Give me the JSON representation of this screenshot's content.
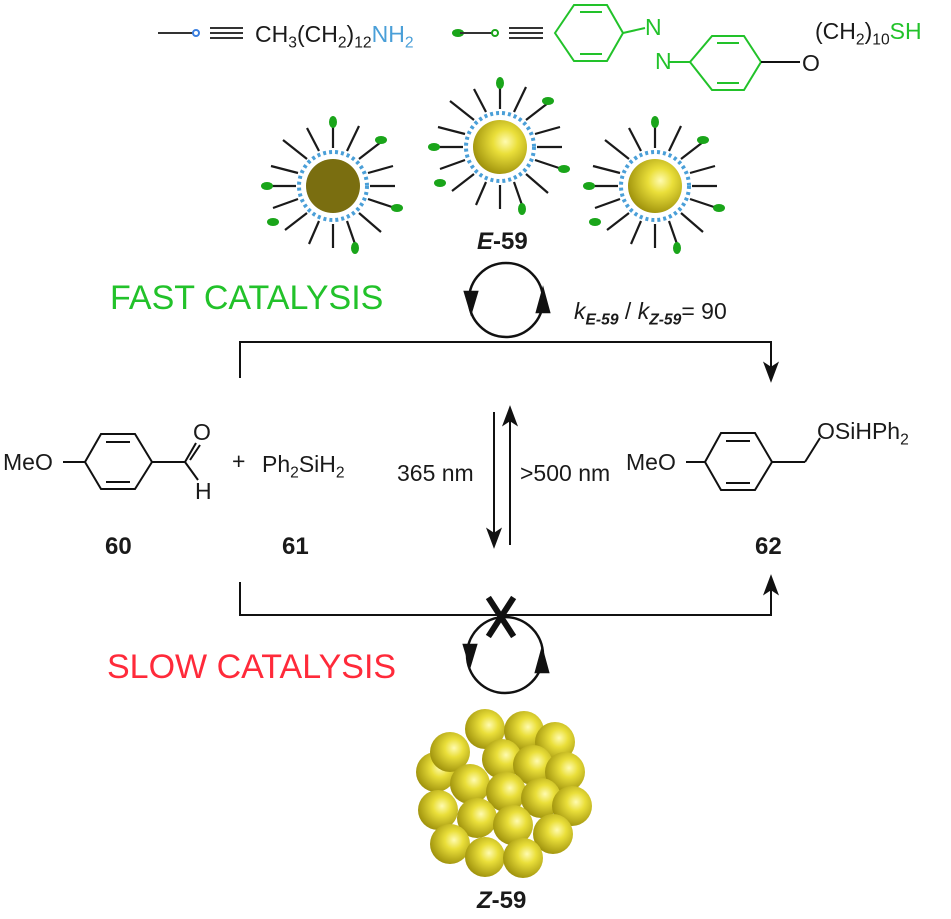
{
  "legend": {
    "ligand1": {
      "formula_prefix": "CH",
      "sub1": "3",
      "mid": "(CH",
      "sub2": "2",
      "close": ")",
      "sub3": "12",
      "amine": "NH",
      "sub4": "2"
    },
    "ligand2": {
      "n_top": "N",
      "n_bottom": "N",
      "oxygen": "O",
      "chain": "(CH",
      "sub1": "2",
      "close": ")",
      "sub2": "10",
      "thiol": "SH"
    }
  },
  "catalyst_e": {
    "label_italic": "E",
    "label_rest": "-59"
  },
  "catalyst_z": {
    "label_italic": "Z",
    "label_rest": "-59"
  },
  "fast": {
    "label": "FAST CATALYSIS"
  },
  "slow": {
    "label": "SLOW CATALYSIS"
  },
  "rate": {
    "k": "k",
    "sub1": "E-59",
    "slash": " /  ",
    "k2": "k",
    "sub2": "Z-59",
    "value": "= 90"
  },
  "reactant60": {
    "meo": "MeO",
    "o": "O",
    "h": "H",
    "label": "60"
  },
  "plus": "+",
  "reactant61": {
    "ph": "Ph",
    "sub1": "2",
    "si": "SiH",
    "sub2": "2",
    "label": "61"
  },
  "light": {
    "forward": "365 nm",
    "reverse": ">500 nm"
  },
  "product62": {
    "meo": "MeO",
    "group": "OSiHPh",
    "sub": "2",
    "label": "62"
  },
  "colors": {
    "green": "#22c22a",
    "red": "#ff2a3a",
    "blue": "#4a9fd8",
    "gold": "#d4c41a",
    "dark_gold": "#7a6e10"
  }
}
